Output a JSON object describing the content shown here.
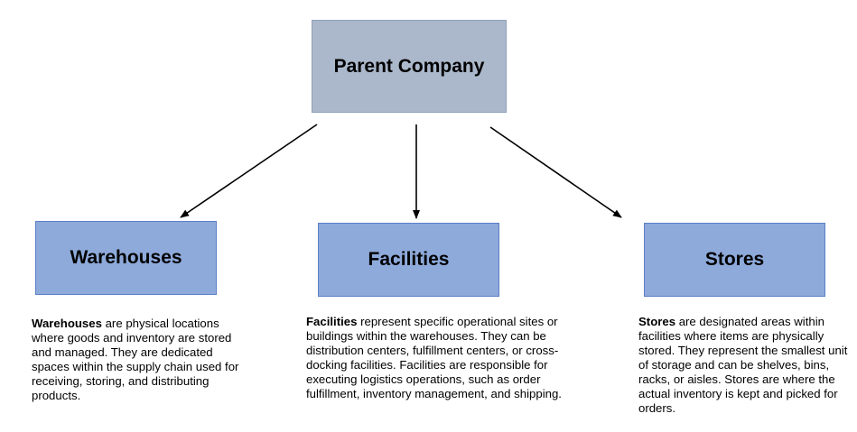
{
  "diagram": {
    "root": {
      "label": "Parent Company"
    },
    "children": [
      {
        "id": "warehouses",
        "label": "Warehouses",
        "desc_term": "Warehouses",
        "desc_rest": " are physical locations where goods and inventory are stored and managed. They are dedicated spaces within the supply chain used for receiving, storing, and distributing products."
      },
      {
        "id": "facilities",
        "label": "Facilities",
        "desc_term": "Facilities",
        "desc_rest": " represent specific operational sites or buildings within the warehouses. They can be distribution centers, fulfillment centers, or cross-docking facilities. Facilities are responsible for executing logistics operations, such as order fulfillment, inventory management, and shipping."
      },
      {
        "id": "stores",
        "label": "Stores",
        "desc_term": "Stores",
        "desc_rest": " are designated areas within facilities where items are physically stored. They represent the smallest unit of storage and can be shelves, bins, racks, or aisles. Stores are where the actual inventory is kept and picked for orders."
      }
    ],
    "colors": {
      "root_fill": "#abb8cb",
      "child_fill": "#8eaadb",
      "arrow": "#000000"
    }
  }
}
